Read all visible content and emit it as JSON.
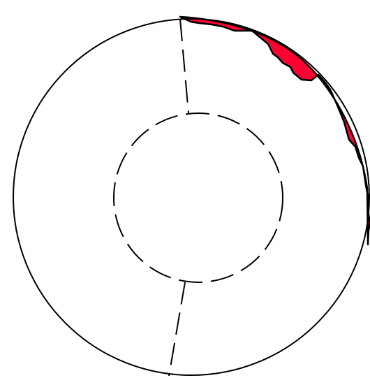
{
  "figure": {
    "elements": [
      {
        "name": "shaded-region",
        "shape": "irregular band along upper-right rim",
        "fill": "#ff0033"
      },
      {
        "name": "outer-circle",
        "shape": "circle",
        "line": "solid",
        "stroke": "#000000"
      },
      {
        "name": "inner-circle",
        "shape": "circle",
        "line": "dashed",
        "stroke": "#000000"
      },
      {
        "name": "upper-dashed-line",
        "shape": "line",
        "line": "dashed",
        "stroke": "#000000"
      },
      {
        "name": "lower-dashed-line",
        "shape": "line",
        "line": "dashed",
        "stroke": "#000000"
      }
    ],
    "colors": {
      "background": "#ffffff",
      "shaded_fill": "#ff0033",
      "shaded_edge": "#000000",
      "lines": "#000000"
    }
  }
}
